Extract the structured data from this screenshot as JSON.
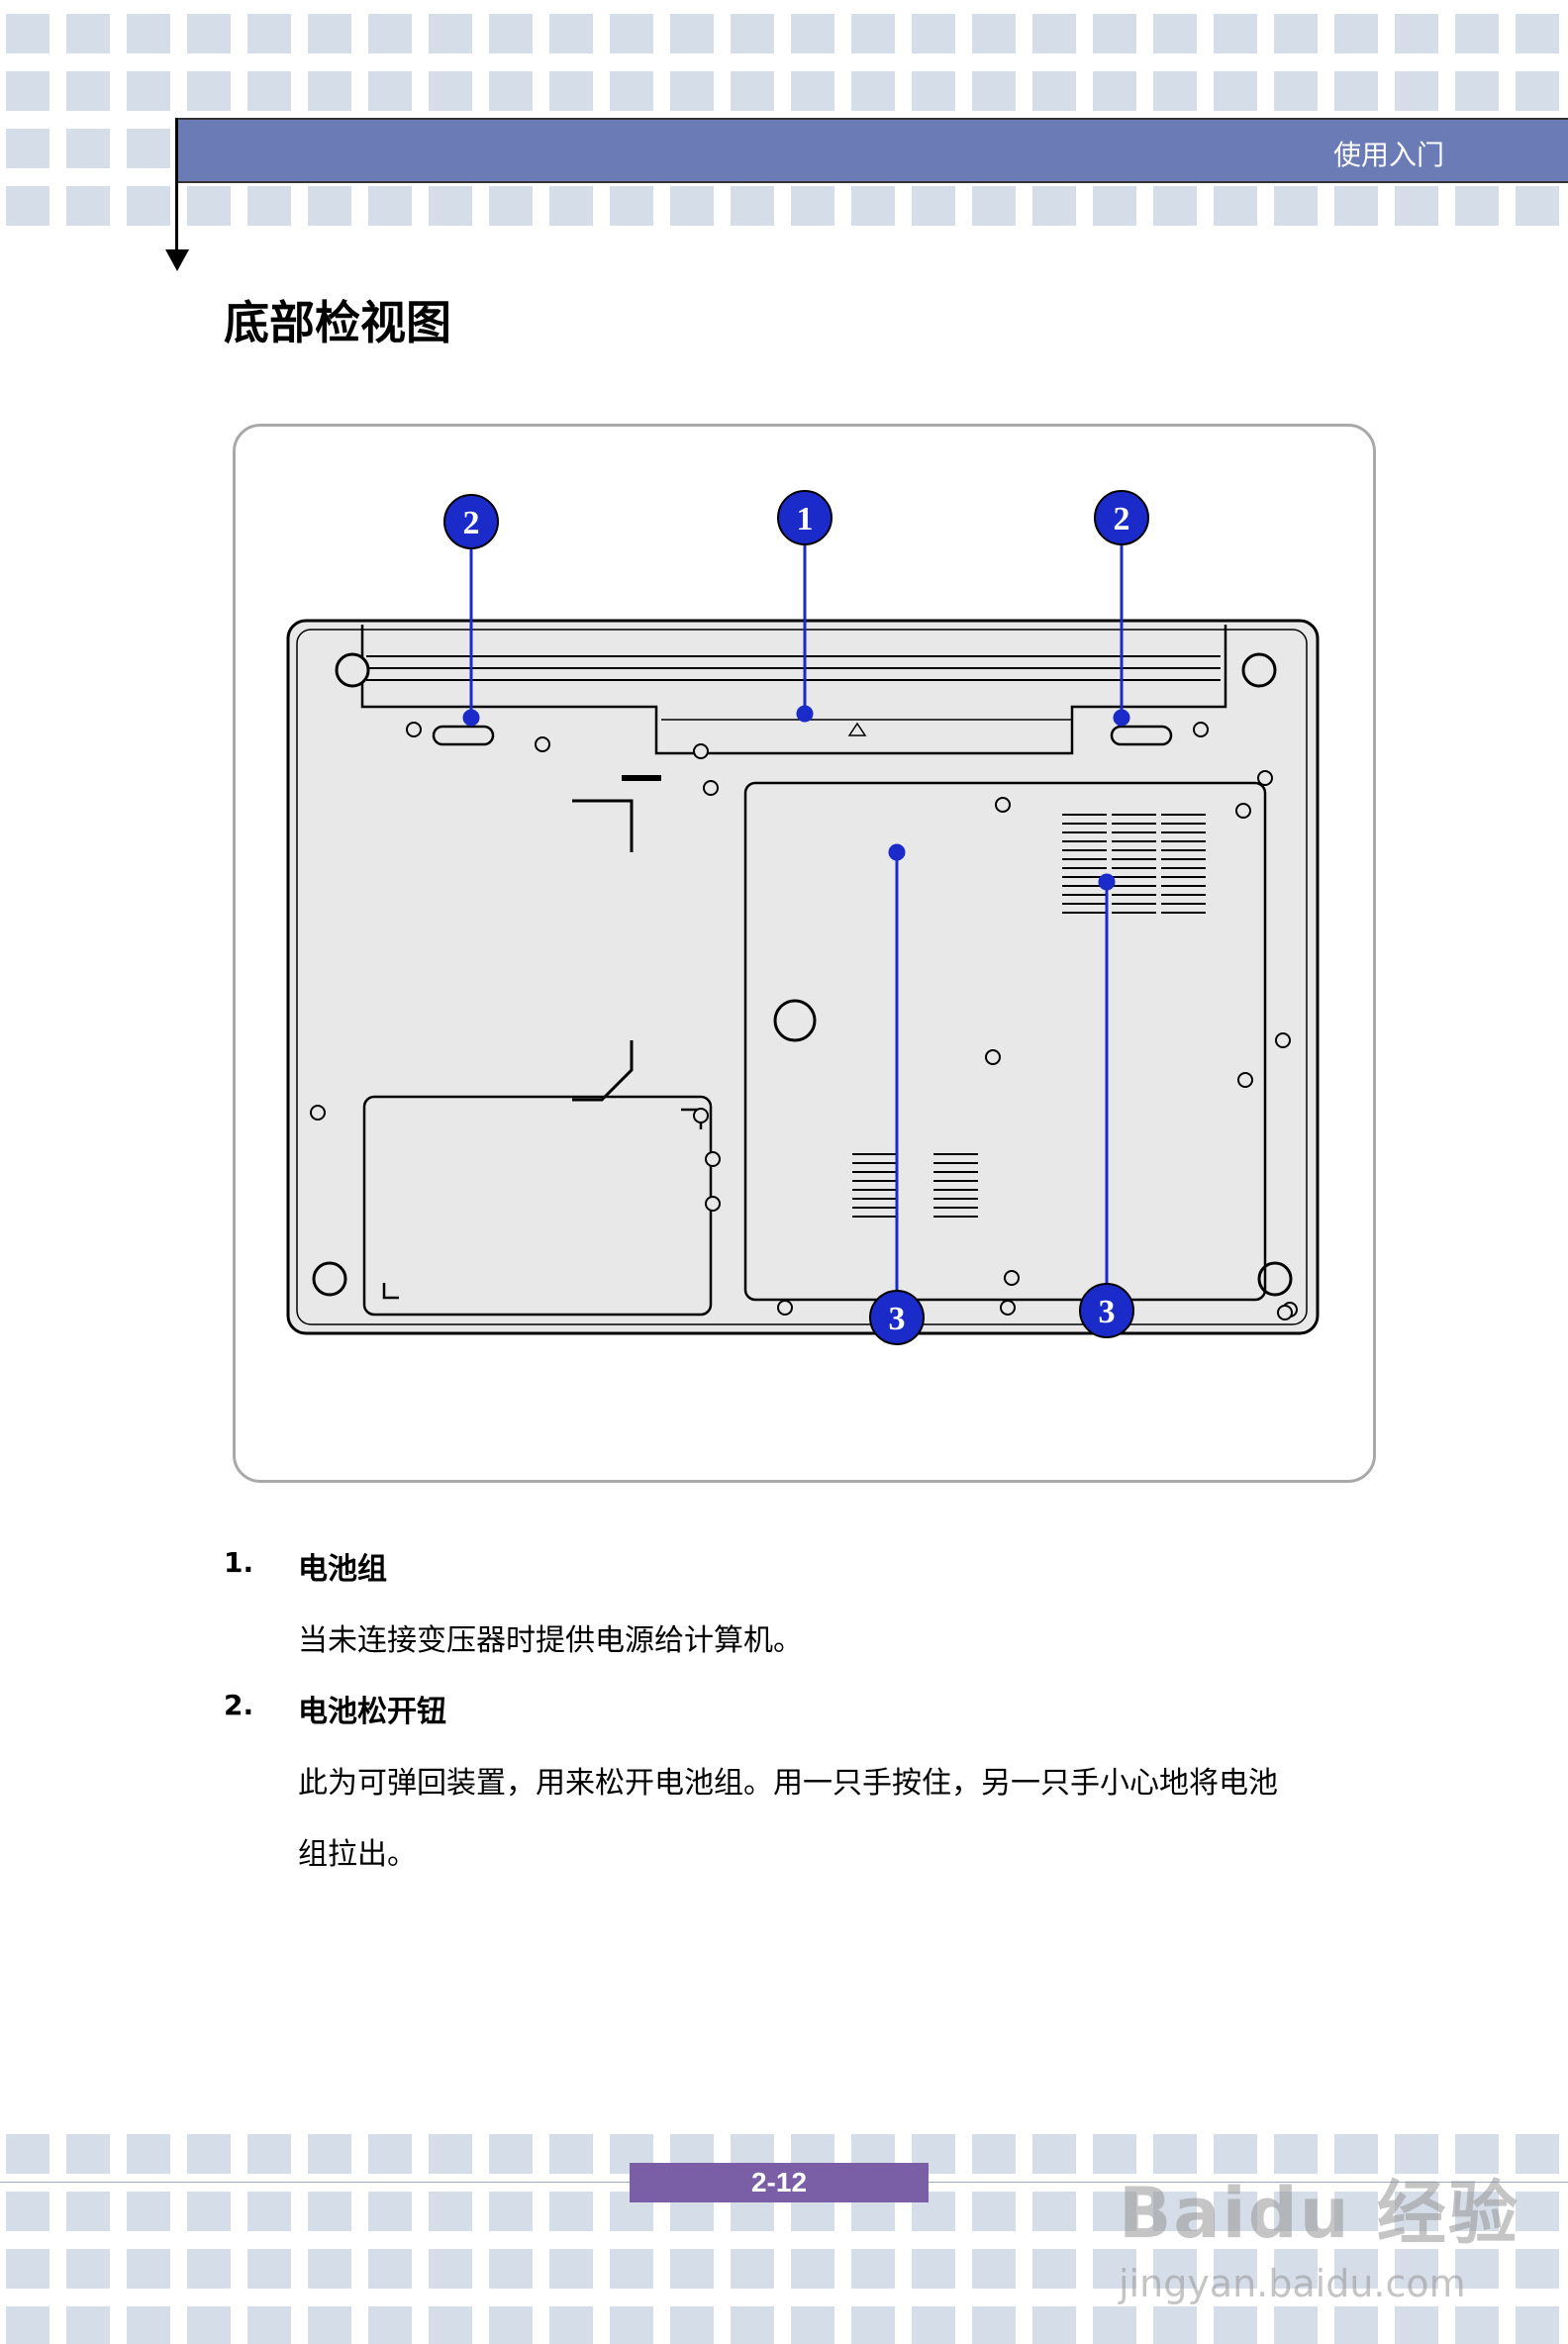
{
  "header": {
    "title": "使用入门"
  },
  "page": {
    "title": "底部检视图",
    "number": "2-12"
  },
  "figure": {
    "callouts": [
      "1",
      "2",
      "2",
      "3",
      "3"
    ]
  },
  "items": [
    {
      "num": "1.",
      "title": "电池组",
      "desc": [
        "当未连接变压器时提供电源给计算机。"
      ]
    },
    {
      "num": "2.",
      "title": "电池松开钮",
      "desc": [
        "此为可弹回装置，用来松开电池组。用一只手按住，另一只手小心地将电池",
        "组拉出。"
      ]
    }
  ],
  "watermark": {
    "logo": "Baidu 经验",
    "url": "jingyan.baidu.com"
  },
  "colors": {
    "header": "#6b7bb6",
    "tile": "#d5dde8",
    "callout": "#1a2bc9",
    "badge": "#7a5fa6"
  }
}
